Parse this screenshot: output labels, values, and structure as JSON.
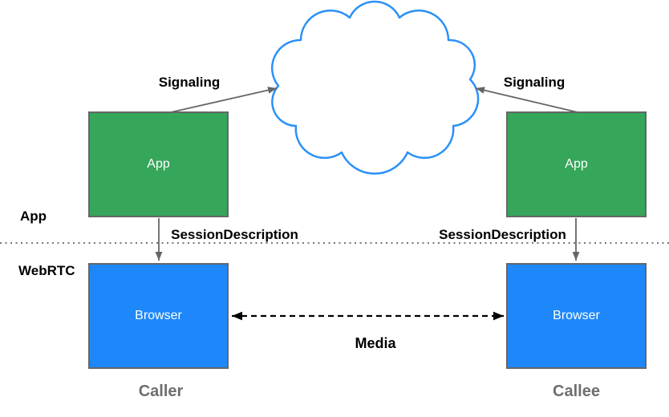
{
  "colors": {
    "green": "#35A65A",
    "blue": "#1E88FB",
    "cloudStroke": "#2B90F8",
    "border": "#666666",
    "arrow": "#666666",
    "mediaArrow": "#000000",
    "divider": "#777777",
    "label": "#000000",
    "muted": "#6E6E6E",
    "boxText": "#FFFFFF",
    "background": "#FFFFFF"
  },
  "diagram": {
    "side_labels": {
      "app": "App",
      "webrtc": "WebRTC"
    },
    "nodes": {
      "caller_app": {
        "label": "App"
      },
      "callee_app": {
        "label": "App"
      },
      "caller_browser": {
        "label": "Browser"
      },
      "callee_browser": {
        "label": "Browser"
      }
    },
    "edges": {
      "signaling_left": {
        "label": "Signaling"
      },
      "signaling_right": {
        "label": "Signaling"
      },
      "session_description_left": {
        "label": "SessionDescription"
      },
      "session_description_right": {
        "label": "SessionDescription"
      },
      "media": {
        "label": "Media"
      }
    },
    "captions": {
      "caller": "Caller",
      "callee": "Callee"
    }
  }
}
